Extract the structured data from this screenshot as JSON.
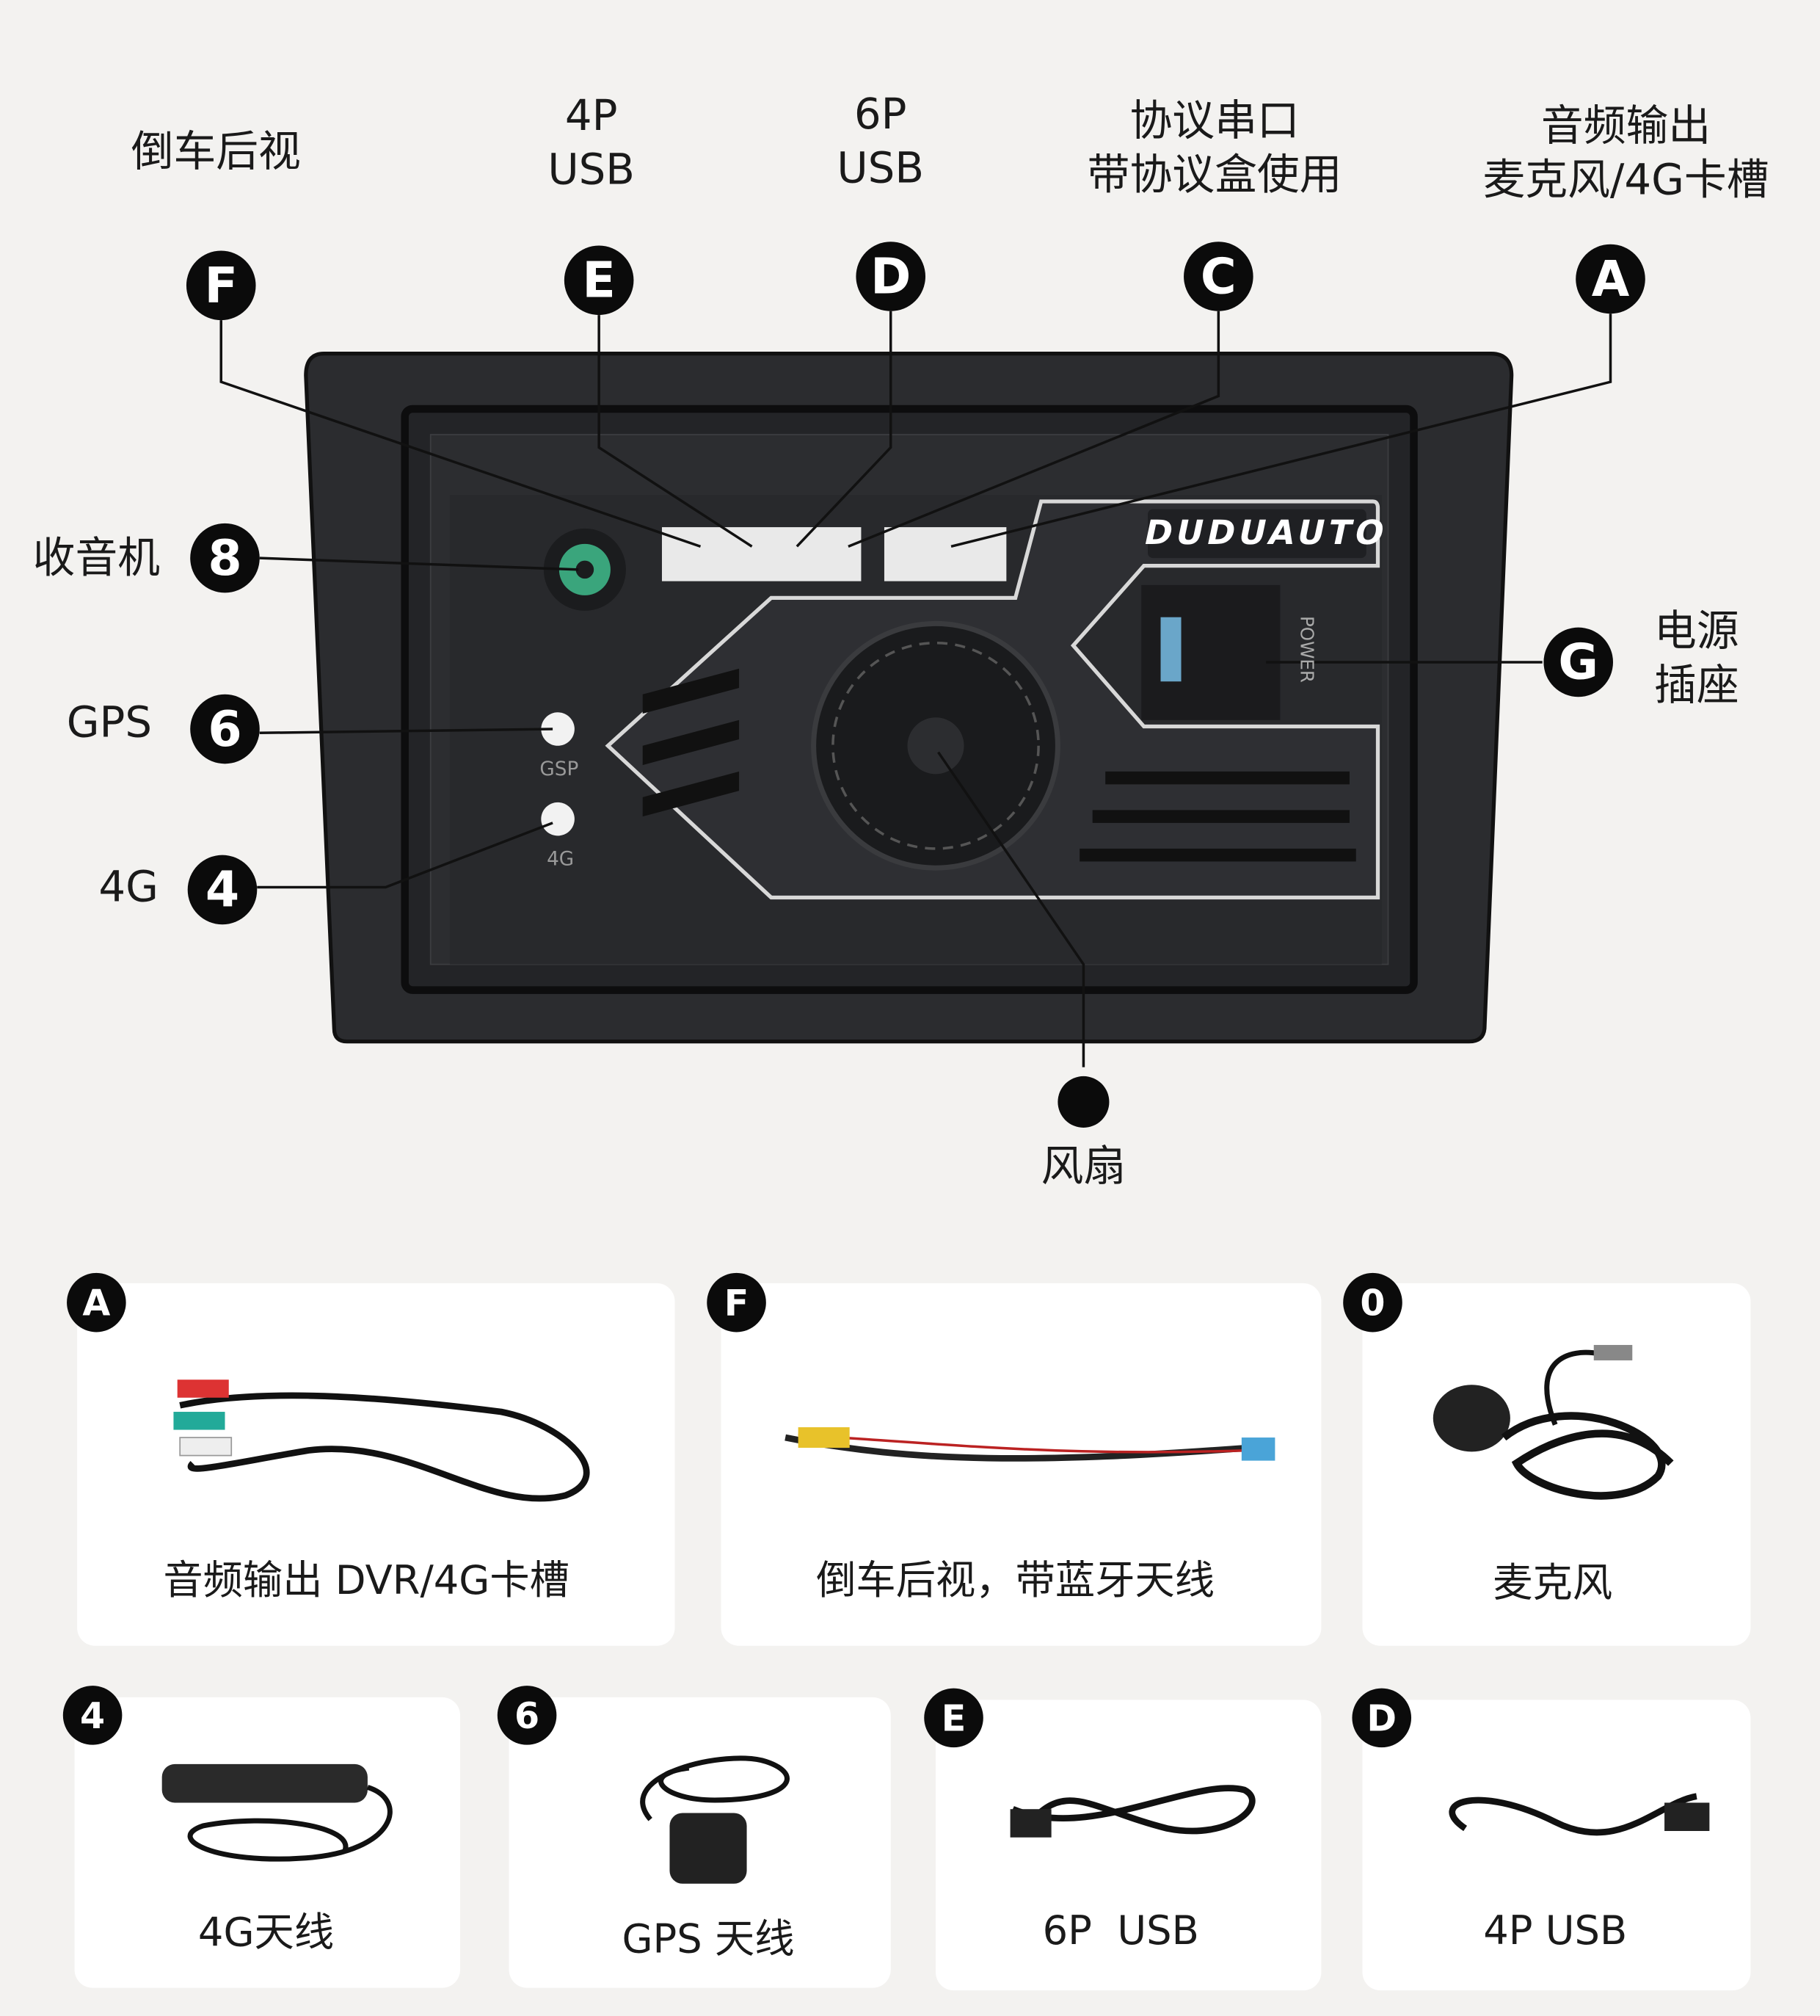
{
  "top_labels": {
    "F": "倒车后视",
    "E": [
      "4P",
      "USB"
    ],
    "D": [
      "6P",
      "USB"
    ],
    "C": [
      "协议串口",
      "带协议盒使用"
    ],
    "A": [
      "音频输出",
      "麦克风/4G卡槽"
    ]
  },
  "side_labels": {
    "radio": "收音机",
    "gps": "GPS",
    "lte": "4G",
    "power": [
      "电源",
      "插座"
    ],
    "fan": "风扇"
  },
  "badges": {
    "F": "F",
    "E": "E",
    "D": "D",
    "C": "C",
    "A": "A",
    "G": "G",
    "radio": "8",
    "gps": "6",
    "lte": "4"
  },
  "device": {
    "brand": "DUDUAUTO",
    "power_text": "POWER",
    "gps_port": "GSP",
    "lte_port": "4G"
  },
  "cards": [
    {
      "badge": "A",
      "label": "音频输出 DVR/4G卡槽"
    },
    {
      "badge": "F",
      "label": "倒车后视，带蓝牙天线"
    },
    {
      "badge": "0",
      "label": "麦克风"
    },
    {
      "badge": "4",
      "label": "4G天线"
    },
    {
      "badge": "6",
      "label": "GPS 天线"
    },
    {
      "badge": "E",
      "label": "6P  USB"
    },
    {
      "badge": "D",
      "label": "4P USB"
    }
  ]
}
